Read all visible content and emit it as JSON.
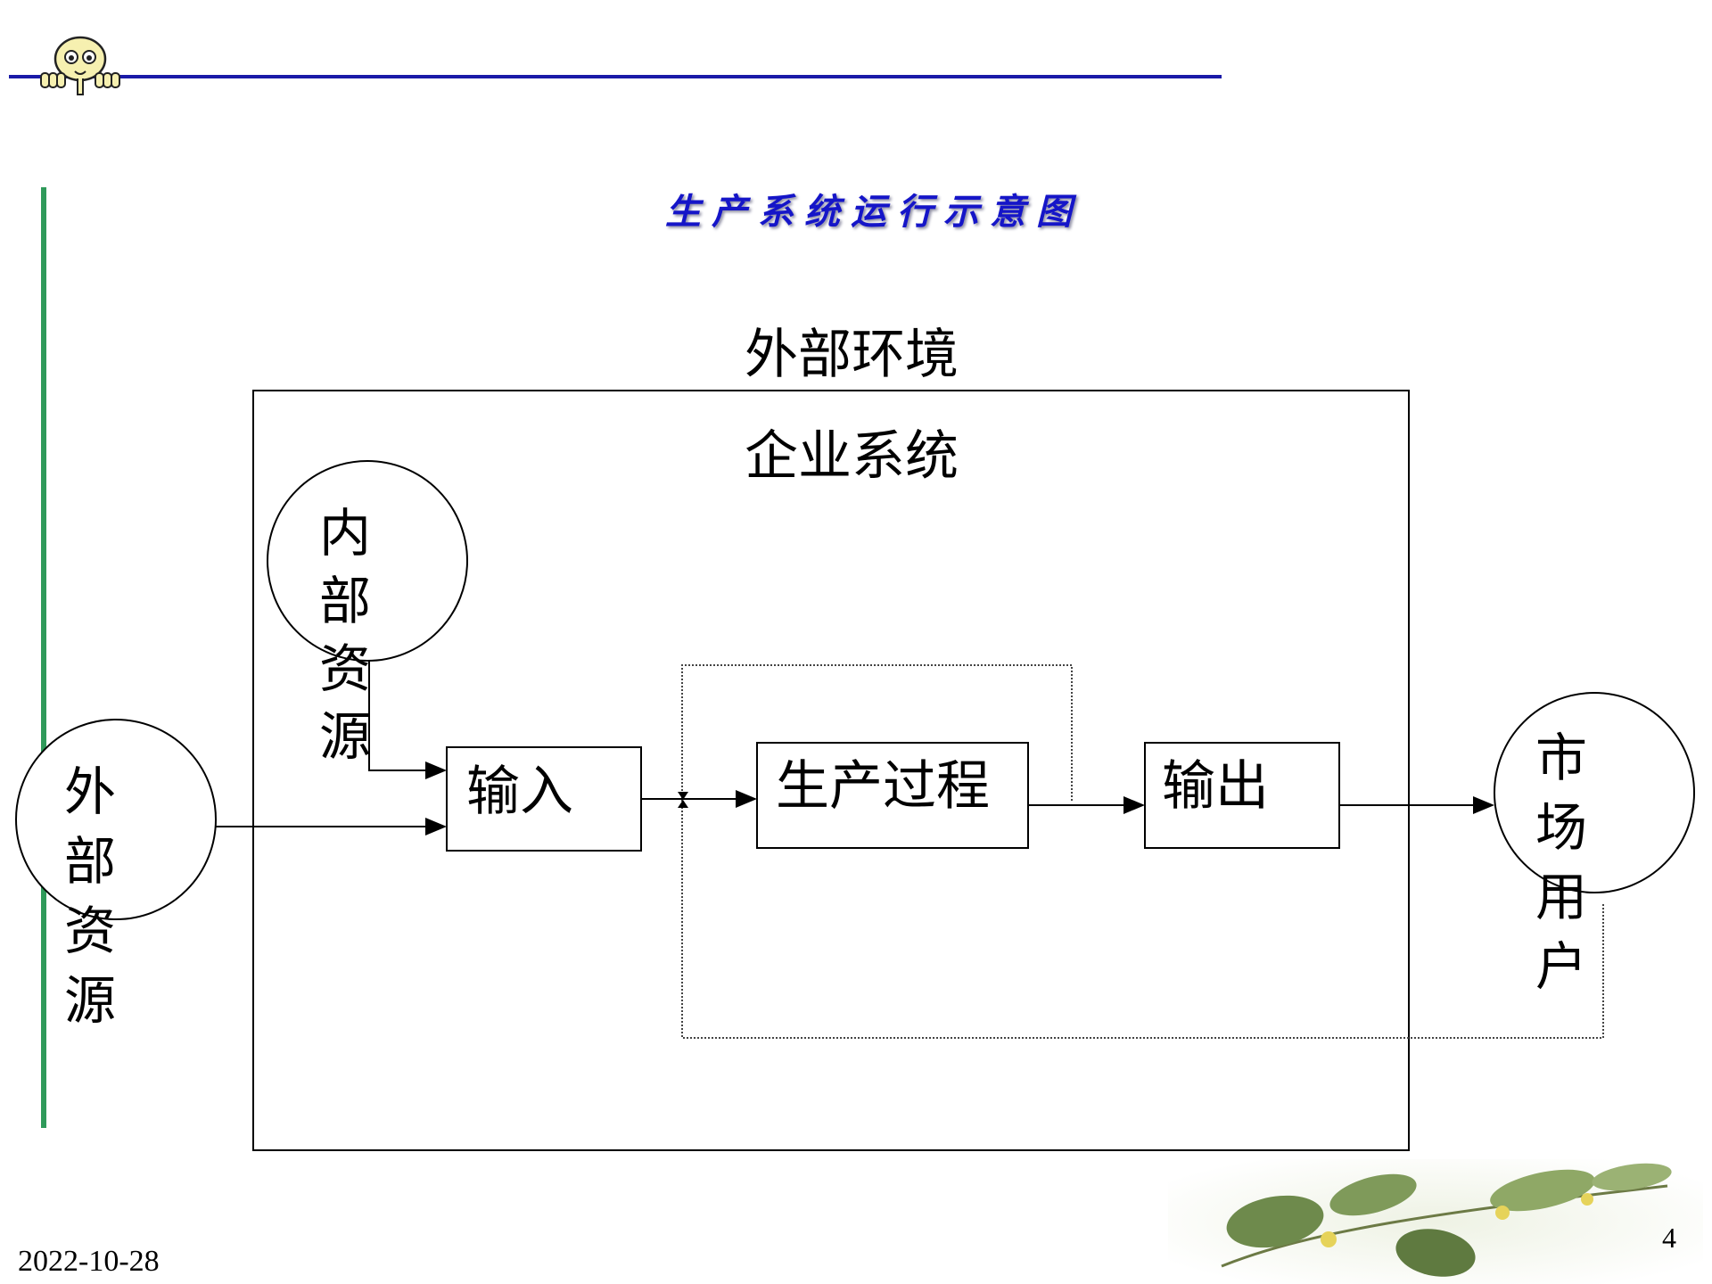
{
  "slide": {
    "title": "生产系统运行示意图",
    "date": "2022-10-28",
    "page_number": "4"
  },
  "diagram": {
    "environment_label": "外部环境",
    "system_label": "企业系统",
    "internal_resources": [
      "内",
      "部",
      "资",
      "源"
    ],
    "external_resources": [
      "外",
      "部",
      "资",
      "源"
    ],
    "market_users": [
      "市",
      "场",
      "用",
      "户"
    ],
    "input_label": "输入",
    "process_label": "生产过程",
    "output_label": "输出"
  },
  "colors": {
    "title": "#1515c8",
    "top_rule": "#1a1aa8",
    "left_rule": "#2f9a5a"
  }
}
